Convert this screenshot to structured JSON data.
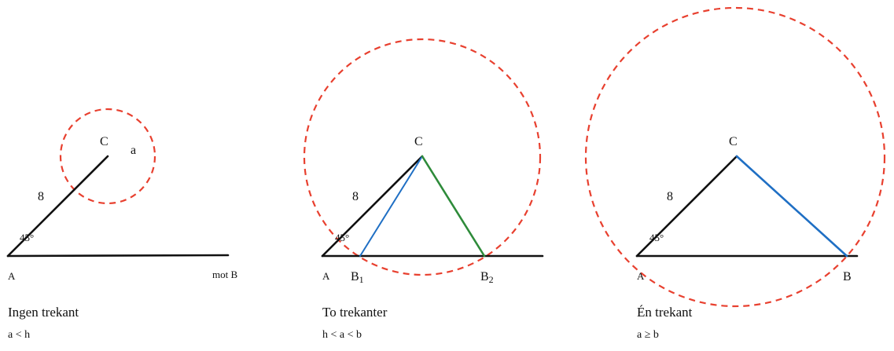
{
  "colors": {
    "circle": "#e8402f",
    "black": "#111111",
    "blue": "#1f6fc4",
    "green": "#2e8b3a",
    "red_text": "#e8402f"
  },
  "panels": [
    {
      "label_A": "A",
      "label_C": "C",
      "label_side": "8",
      "label_angle": "45°",
      "label_a": "a",
      "label_end": "mot B",
      "caption": "Ingen trekant",
      "condition": "a < h"
    },
    {
      "label_A": "A",
      "label_C": "C",
      "label_side": "8",
      "label_angle": "45°",
      "label_B1": "B",
      "label_B1_sub": "1",
      "label_B2": "B",
      "label_B2_sub": "2",
      "caption": "To trekanter",
      "condition": "h < a < b"
    },
    {
      "label_A": "A",
      "label_C": "C",
      "label_side": "8",
      "label_angle": "45°",
      "label_B": "B",
      "caption": "Én trekant",
      "condition": "a ≥ b"
    }
  ]
}
